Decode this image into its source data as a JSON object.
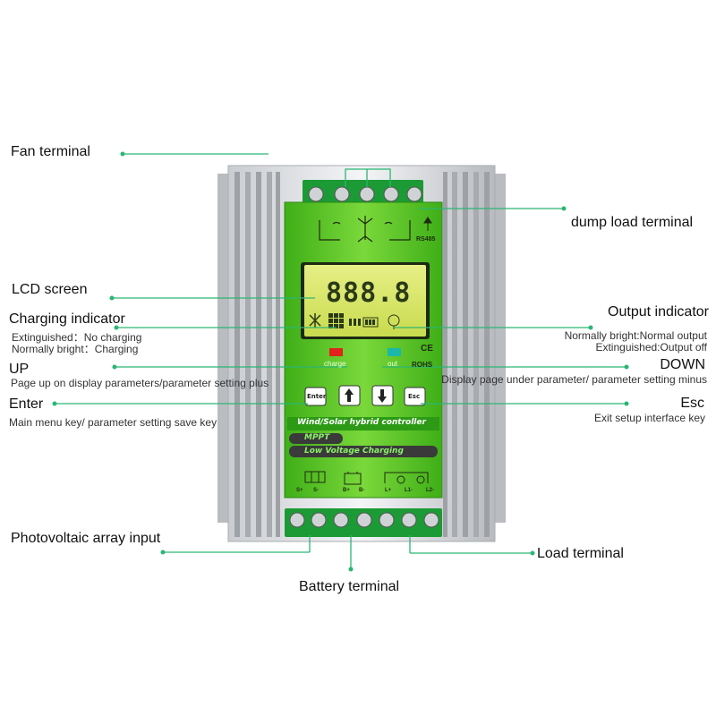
{
  "callouts": {
    "fan_terminal": "Fan terminal",
    "dump_load_terminal": "dump load terminal",
    "lcd_screen": "LCD screen",
    "charging_indicator": {
      "title": "Charging indicator",
      "line1": "Extinguished：No charging",
      "line2": "Normally bright：Charging"
    },
    "output_indicator": {
      "title": "Output indicator",
      "line1": "Normally bright:Normal output",
      "line2": "Extinguished:Output off"
    },
    "up": {
      "title": "UP",
      "desc": "Page up on display parameters/parameter setting plus"
    },
    "down": {
      "title": "DOWN",
      "desc": "Display page under parameter/ parameter setting minus"
    },
    "enter": {
      "title": "Enter",
      "desc": "Main menu key/ parameter setting save key"
    },
    "esc": {
      "title": "Esc",
      "desc": "Exit setup interface key"
    },
    "pv_input": "Photovoltaic array input",
    "load_terminal": "Load terminal",
    "battery_terminal": "Battery terminal"
  },
  "device": {
    "rs485": "RS485",
    "lcd_digits": "888.8",
    "charge_label": "charge",
    "out_label": "out",
    "ce_mark": "CE",
    "rohs_mark": "ROHS",
    "enter_btn": "Enter",
    "esc_btn": "Esc",
    "title_strip": "Wind/Solar hybrid controller",
    "mppt_strip": "MPPT",
    "lvc_strip": "Low Voltage Charging",
    "terminals": [
      "S+",
      "S-",
      "B+",
      "B-",
      "L+",
      "L1-",
      "L2-"
    ]
  },
  "colors": {
    "callout_line": "#2bb673",
    "panel_green": "#49c21f",
    "lcd_bg": "#d9e86a",
    "terminal_green": "#1fa33a",
    "charge_led": "#e0231b",
    "out_led": "#19b8a8"
  }
}
